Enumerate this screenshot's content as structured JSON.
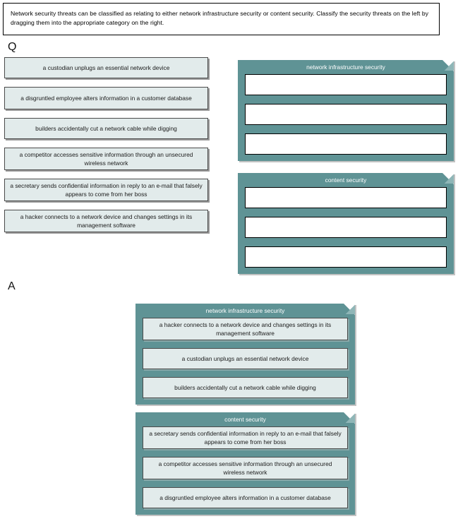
{
  "instruction": {
    "text": "Network security threats can be classified as relating to either network infrastructure security or content security. Classify the security threats on the left by dragging them into the appropriate category on the right."
  },
  "sections": {
    "question_label": "Q",
    "answer_label": "A"
  },
  "colors": {
    "panel_teal": "#5f9395",
    "item_fill": "#e2ebeb",
    "panel_fold": "#8fb6b7",
    "slot_fill": "#ffffff",
    "text": "#1b1b1b",
    "title_text": "#ffffff"
  },
  "question": {
    "draggable_items": [
      {
        "text": "a custodian unplugs an essential network device",
        "lines": 1
      },
      {
        "text": "a disgruntled employee alters information in a customer database",
        "lines": 2
      },
      {
        "text": "builders accidentally cut a network cable while digging",
        "lines": 1
      },
      {
        "text": "a competitor accesses sensitive information through an unsecured wireless network",
        "lines": 2
      },
      {
        "text": "a secretary sends confidential information in reply to an e-mail that falsely appears to come from her boss",
        "lines": 2
      },
      {
        "text": "a hacker connects to a network device and changes settings in its management software",
        "lines": 2
      }
    ],
    "categories": [
      {
        "title": "network infrastructure security",
        "empty_slots": 3
      },
      {
        "title": "content security",
        "empty_slots": 3
      }
    ]
  },
  "answer": {
    "categories": [
      {
        "title": "network infrastructure security",
        "items": [
          "a hacker connects to a network device and changes settings in its management software",
          "a custodian unplugs an essential network device",
          "builders accidentally cut a network cable while digging"
        ]
      },
      {
        "title": "content security",
        "items": [
          "a secretary sends confidential information in reply to an e-mail that falsely appears to come from her boss",
          "a competitor accesses sensitive information through an unsecured wireless network",
          "a disgruntled employee alters information in a customer database"
        ]
      }
    ]
  }
}
